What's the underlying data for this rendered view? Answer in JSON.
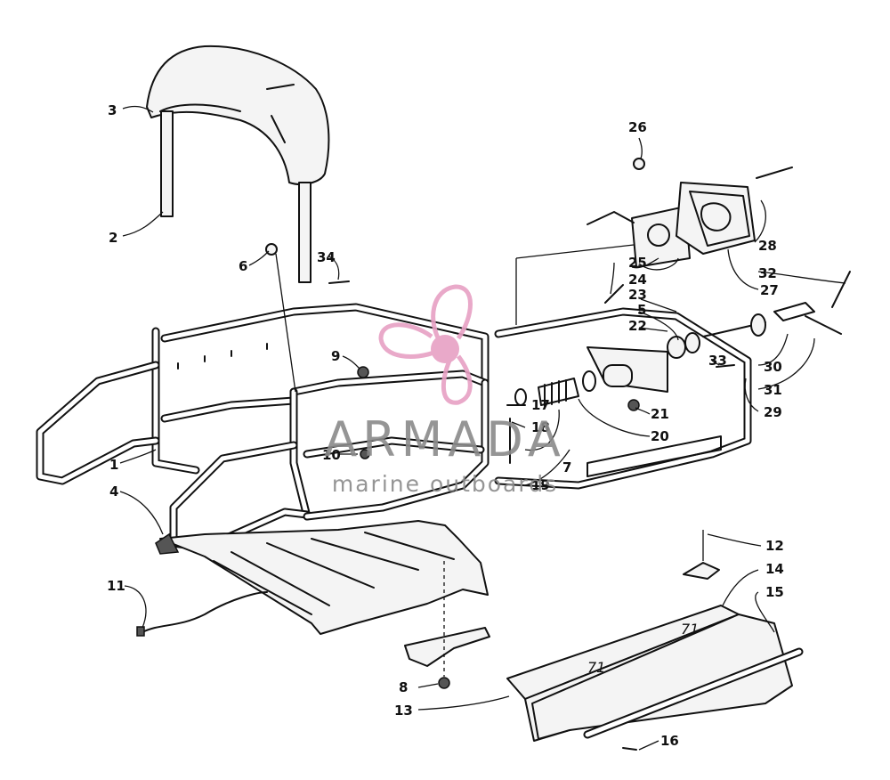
{
  "diagram": {
    "callouts": [
      "1",
      "2",
      "3",
      "4",
      "5",
      "6",
      "7",
      "8",
      "9",
      "10",
      "11",
      "12",
      "13",
      "14",
      "15",
      "16",
      "17",
      "18",
      "19",
      "20",
      "21",
      "22",
      "23",
      "24",
      "25",
      "26",
      "27",
      "28",
      "29",
      "30",
      "31",
      "32",
      "33",
      "34"
    ],
    "labels": {
      "c1": "1",
      "c2": "2",
      "c3": "3",
      "c4": "4",
      "c5": "5",
      "c6": "6",
      "c7": "7",
      "c8": "8",
      "c9": "9",
      "c10": "10",
      "c11": "11",
      "c12": "12",
      "c13": "13",
      "c14": "14",
      "c15": "15",
      "c16": "16",
      "c17": "17",
      "c18": "18",
      "c19": "19",
      "c20": "20",
      "c21": "21",
      "c22": "22",
      "c23": "23",
      "c24": "24",
      "c25": "25",
      "c26": "26",
      "c27": "27",
      "c28": "28",
      "c29": "29",
      "c30": "30",
      "c31": "31",
      "c32": "32",
      "c33": "33",
      "c34": "34"
    },
    "panel_text": "71"
  },
  "watermark": {
    "brand": "ARMADA",
    "tagline": "marine outboards",
    "logo_color": "#e7a0c4",
    "text_color": "#8a8a8a"
  }
}
